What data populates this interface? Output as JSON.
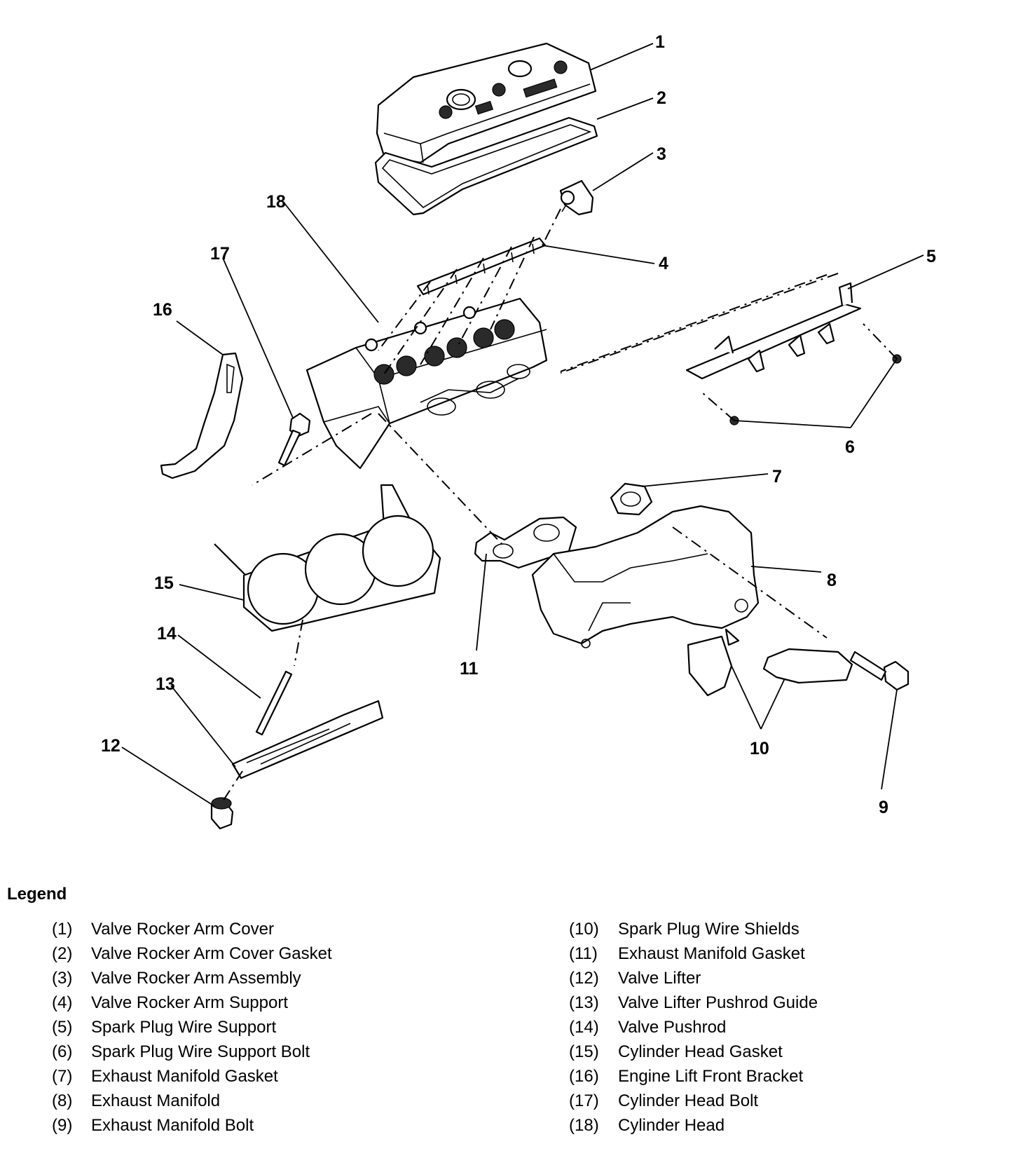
{
  "callouts": {
    "c1": "1",
    "c2": "2",
    "c3": "3",
    "c4": "4",
    "c5": "5",
    "c6": "6",
    "c7": "7",
    "c8": "8",
    "c9": "9",
    "c10": "10",
    "c11": "11",
    "c12": "12",
    "c13": "13",
    "c14": "14",
    "c15": "15",
    "c16": "16",
    "c17": "17",
    "c18": "18"
  },
  "legend": {
    "title": "Legend",
    "items": [
      {
        "num": "(1)",
        "label": "Valve Rocker Arm Cover"
      },
      {
        "num": "(2)",
        "label": "Valve Rocker Arm Cover Gasket"
      },
      {
        "num": "(3)",
        "label": "Valve Rocker Arm Assembly"
      },
      {
        "num": "(4)",
        "label": "Valve Rocker Arm Support"
      },
      {
        "num": "(5)",
        "label": "Spark Plug Wire Support"
      },
      {
        "num": "(6)",
        "label": "Spark Plug Wire Support Bolt"
      },
      {
        "num": "(7)",
        "label": "Exhaust Manifold Gasket"
      },
      {
        "num": "(8)",
        "label": "Exhaust Manifold"
      },
      {
        "num": "(9)",
        "label": "Exhaust Manifold Bolt"
      },
      {
        "num": "(10)",
        "label": "Spark Plug Wire Shields"
      },
      {
        "num": "(11)",
        "label": "Exhaust Manifold Gasket"
      },
      {
        "num": "(12)",
        "label": "Valve Lifter"
      },
      {
        "num": "(13)",
        "label": "Valve Lifter Pushrod Guide"
      },
      {
        "num": "(14)",
        "label": "Valve Pushrod"
      },
      {
        "num": "(15)",
        "label": "Cylinder Head Gasket"
      },
      {
        "num": "(16)",
        "label": "Engine Lift Front Bracket"
      },
      {
        "num": "(17)",
        "label": "Cylinder Head Bolt"
      },
      {
        "num": "(18)",
        "label": "Cylinder Head"
      }
    ]
  }
}
